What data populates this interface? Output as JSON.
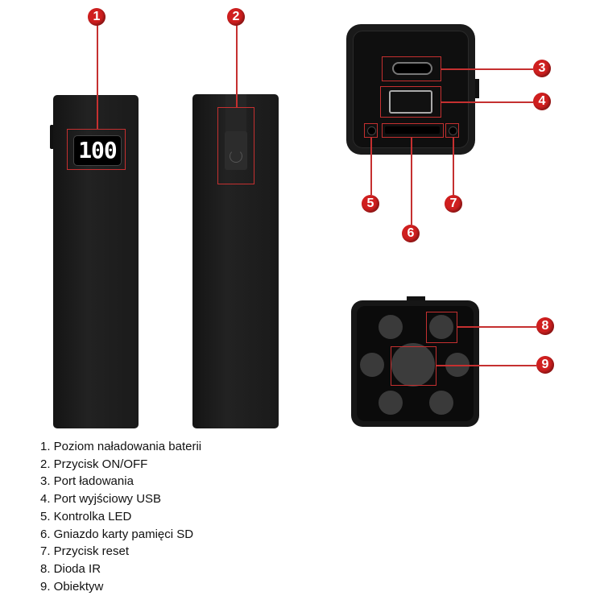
{
  "display_value": "100",
  "markers": [
    "1",
    "2",
    "3",
    "4",
    "5",
    "6",
    "7",
    "8",
    "9"
  ],
  "legend": [
    "1. Poziom naładowania baterii",
    "2. Przycisk ON/OFF",
    "3. Port ładowania",
    "4. Port wyjściowy USB",
    "5. Kontrolka LED",
    "6. Gniazdo karty pamięci SD",
    "7. Przycisk reset",
    "8. Dioda IR",
    "9. Obiektyw"
  ],
  "colors": {
    "accent": "#d01f1f",
    "device": "#1b1b1b"
  }
}
